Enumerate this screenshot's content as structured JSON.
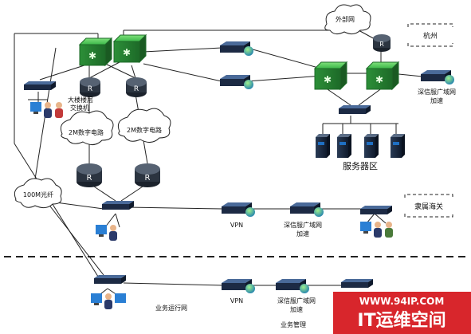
{
  "labels": {
    "external_net": "外部网",
    "hangzhou": "杭州",
    "shenxin_1": "深信服广域网",
    "jiasu_1": "加速",
    "floor_switch_1": "大楼楼层",
    "floor_switch_2": "交换机",
    "digital_circuit_a": "2M数字电路",
    "digital_circuit_b": "2M数字电路",
    "fiber": "100M光纤",
    "server_zone": "服务器区",
    "lishu_haiguan": "隶属海关",
    "vpn_1": "VPN",
    "shenxin_2": "深信服广域网",
    "jiasu_2": "加速",
    "yewu_yunxing": "业务运行网",
    "vpn_2": "VPN",
    "shenxin_3": "深信服广域网",
    "jiasu_3": "加速",
    "yewu_guanli": "业务管理",
    "router_letter": "R"
  },
  "watermark": {
    "url": "WWW.94IP.COM",
    "title": "IT运维空间"
  },
  "colors": {
    "switch_green": "#3cb84a",
    "router_dark": "#2b3440",
    "appliance_dark": "#1c2a44",
    "globe_green": "#2fa34a",
    "server_blue": "#1f6fc2",
    "watermark_red": "#d8262c",
    "line": "#222222"
  }
}
